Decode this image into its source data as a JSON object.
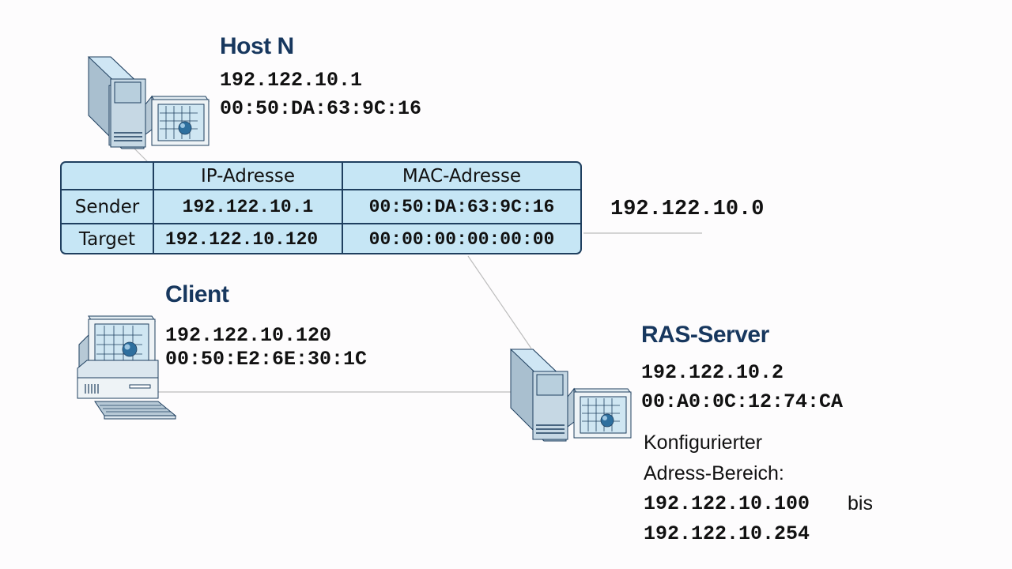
{
  "network": {
    "address": "192.122.10.0"
  },
  "hosts": {
    "host_n": {
      "name": "Host N",
      "ip": "192.122.10.1",
      "mac": "00:50:DA:63:9C:16",
      "icon": "server-icon"
    },
    "client": {
      "name": "Client",
      "ip": "192.122.10.120",
      "mac": "00:50:E2:6E:30:1C",
      "icon": "desktop-computer-icon"
    },
    "ras_server": {
      "name": "RAS-Server",
      "ip": "192.122.10.2",
      "mac": "00:A0:0C:12:74:CA",
      "icon": "server-icon",
      "range_label_line1": "Konfigurierter",
      "range_label_line2": "Adress-Bereich:",
      "range_start": "192.122.10.100",
      "range_connector": "bis",
      "range_end": "192.122.10.254"
    }
  },
  "arp_table": {
    "headers": [
      "",
      "IP-Adresse",
      "MAC-Adresse"
    ],
    "rows": [
      {
        "label": "Sender",
        "ip": "192.122.10.1",
        "mac": "00:50:DA:63:9C:16"
      },
      {
        "label": "Target",
        "ip": "192.122.10.120",
        "mac": "00:00:00:00:00:00"
      }
    ]
  },
  "colors": {
    "title": "#17375e",
    "table_fill": "#c6e6f5",
    "table_border": "#1f3f5f",
    "link_line": "#b4b4b4"
  }
}
